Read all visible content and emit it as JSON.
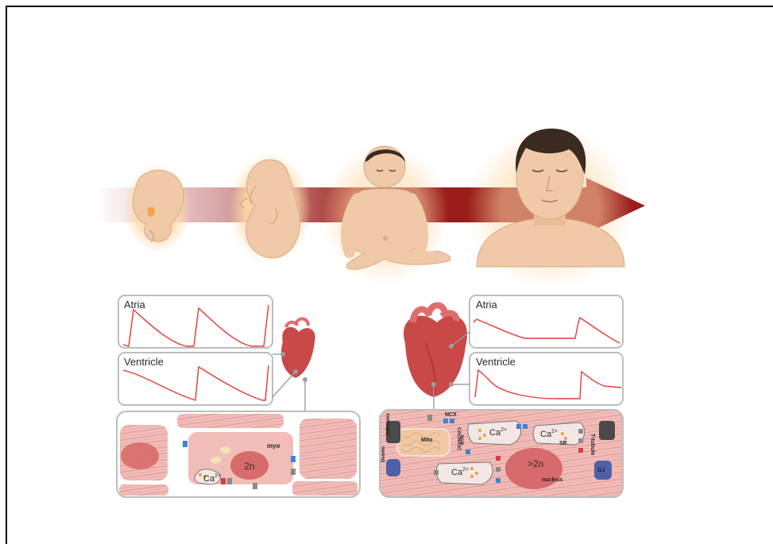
{
  "developmental_timeline": {
    "stages": [
      "embryo",
      "fetus",
      "infant",
      "adult"
    ]
  },
  "fetal_panel": {
    "trace_labels": {
      "atria": "Atria",
      "ventricle": "Ventricle"
    },
    "cell": {
      "nucleus": "2n",
      "myo": "myo",
      "calcium": "Ca",
      "calcium_sup": "2+"
    }
  },
  "adult_panel": {
    "trace_labels": {
      "atria": "Atria",
      "ventricle": "Ventricle"
    },
    "cell": {
      "ncx": "NCX",
      "mito": "Mito",
      "cav": "CACNA1C",
      "ryr": "RYR",
      "calcium": "Ca",
      "calcium_sup": "2+",
      "sr": "SR",
      "t_tubule": "T-tubule",
      "desmo": "Desmo",
      "adherens": "Adherens",
      "nucleus_value": ">2n",
      "nucleus": "nucleus",
      "gap_junction": "GJ"
    }
  },
  "colors": {
    "arrow": "#9a1c1c",
    "trace": "#e53935",
    "tissue": "#f3c2bf",
    "tissue_dark": "#e8a39e",
    "nucleus": "#d76a6a",
    "heart": "#c94848",
    "skin": "#f0c9a8",
    "hair": "#3a2a22"
  }
}
